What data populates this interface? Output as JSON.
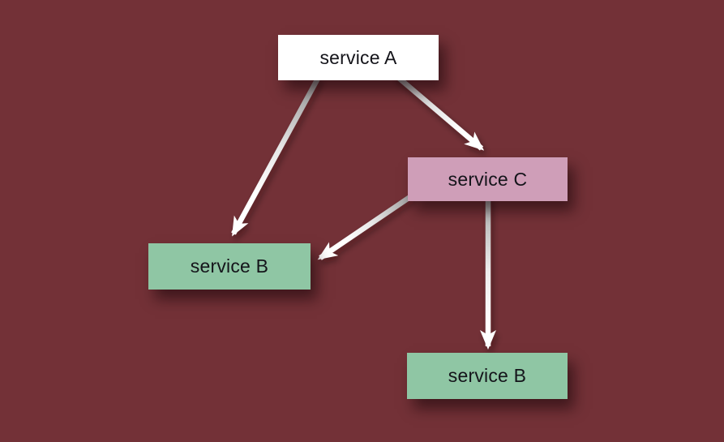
{
  "diagram": {
    "background_color": "#733137",
    "arrow_color": "#ffffff",
    "text_color": "#14141a",
    "nodes": [
      {
        "id": "service-a",
        "label": "service A",
        "fill": "#ffffff"
      },
      {
        "id": "service-c",
        "label": "service C",
        "fill": "#cf9eb8"
      },
      {
        "id": "service-b-left",
        "label": "service B",
        "fill": "#8fc6a4"
      },
      {
        "id": "service-b-bottom",
        "label": "service B",
        "fill": "#8fc6a4"
      }
    ],
    "edges": [
      {
        "from": "service-a",
        "to": "service-b-left"
      },
      {
        "from": "service-a",
        "to": "service-c"
      },
      {
        "from": "service-c",
        "to": "service-b-left"
      },
      {
        "from": "service-c",
        "to": "service-b-bottom"
      }
    ]
  }
}
